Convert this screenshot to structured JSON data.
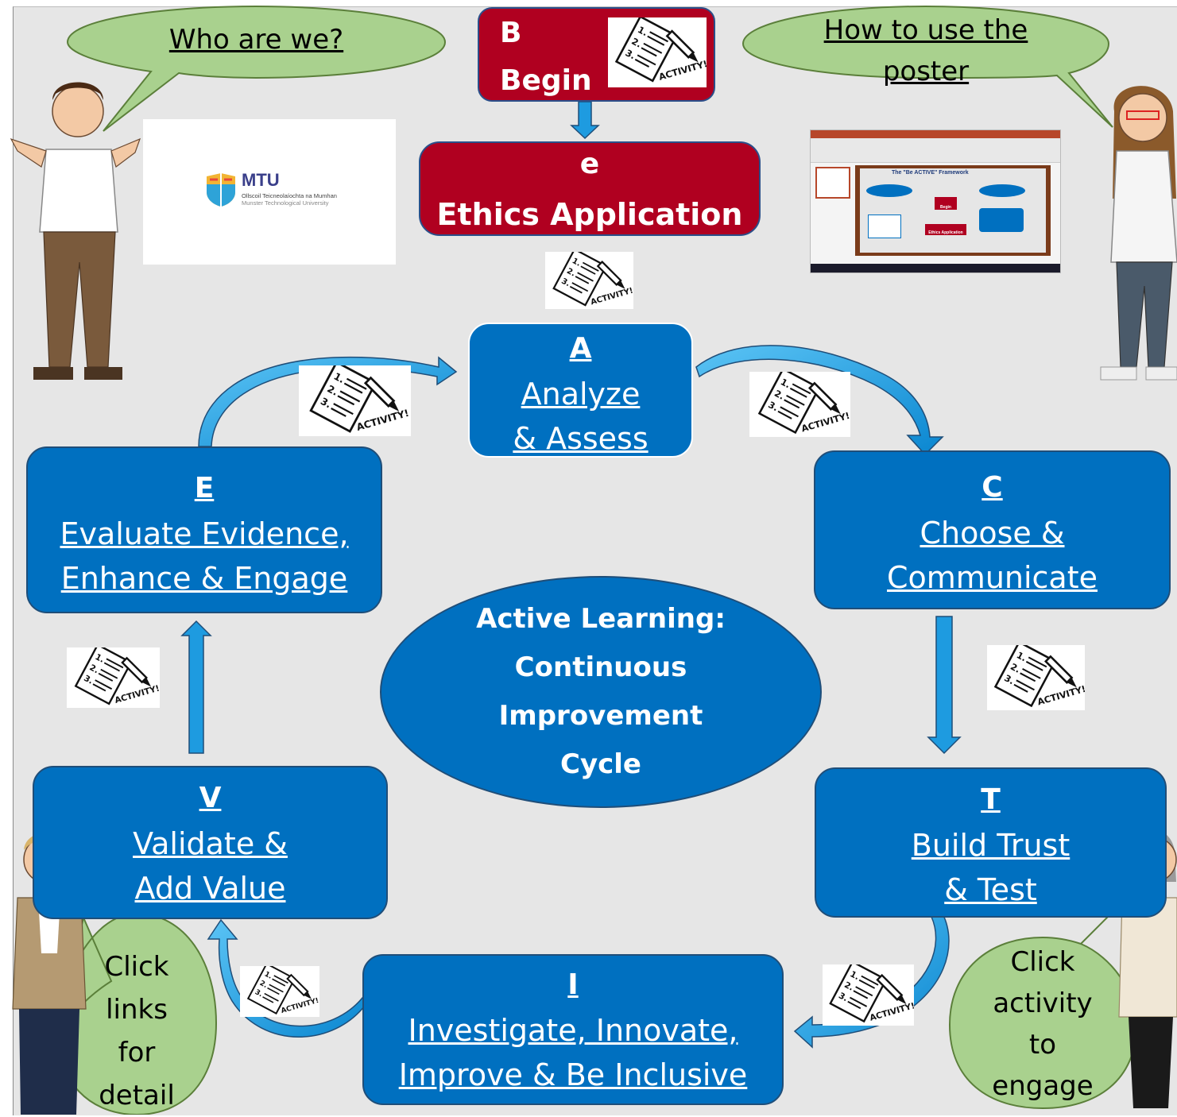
{
  "begin": {
    "letter": "B",
    "label": "Begin"
  },
  "ethics": {
    "letter": "e",
    "label": "Ethics Application"
  },
  "analyze": {
    "letter": "A",
    "line1": "Analyze",
    "line2": "& Assess"
  },
  "choose": {
    "letter": "C",
    "line1": "Choose &",
    "line2": "Communicate"
  },
  "trust": {
    "letter": "T",
    "line1": "Build Trust",
    "line2": "& Test"
  },
  "investigate": {
    "letter": "I",
    "line1": "Investigate, Innovate,",
    "line2": "Improve & Be Inclusive"
  },
  "validate": {
    "letter": "V",
    "line1": "Validate &",
    "line2": "Add Value"
  },
  "evaluate": {
    "letter": "E",
    "line1": "Evaluate Evidence,",
    "line2": "Enhance & Engage"
  },
  "center": {
    "line1": "Active Learning:",
    "line2": "Continuous",
    "line3": "Improvement",
    "line4": "Cycle"
  },
  "bubbles": {
    "who": "Who are we?",
    "how_line1": "How to use the",
    "how_line2": "poster",
    "links": [
      "Click",
      "links",
      "for",
      "detail"
    ],
    "activity": [
      "Click",
      "activity",
      "to",
      "engage"
    ]
  },
  "activity_label": "ACTIVITY!",
  "logo": {
    "name": "MTU",
    "line1": "Ollscoil Teicneolaíochta na Mumhan",
    "line2": "Munster Technological University"
  },
  "thumbnail": {
    "title": "The \"Be ACTIVE\" Framework",
    "begin": "Begin",
    "ethics": "Ethics Application"
  },
  "colors": {
    "blue": "#0070c0",
    "red": "#b00020",
    "arrow": "#1e9be0",
    "bubble": "#a9d18e",
    "background": "#e6e6e6"
  }
}
